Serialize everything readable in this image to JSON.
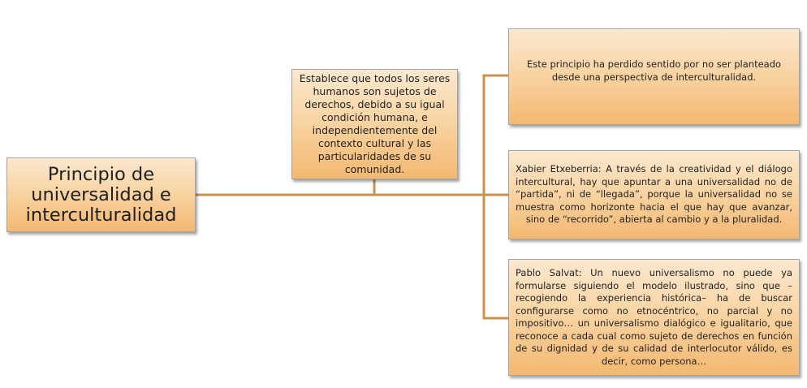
{
  "colors": {
    "connector": "#c9914a",
    "box_gradient_top": "#fbe8cf",
    "box_gradient_bottom": "#f4b870",
    "box_border": "#a3a3a3"
  },
  "root": {
    "text": "Principio de universalidad e interculturalidad"
  },
  "middle": {
    "text": "Establece que todos los seres humanos son sujetos de derechos, debido a su igual condición humana, e independientemente del contexto cultural y las particularidades de su comunidad."
  },
  "branches": [
    {
      "text": "Este principio ha perdido sentido por no ser planteado desde una perspectiva de interculturalidad."
    },
    {
      "text": "Xabier Etxeberria: A través de la creatividad y el diálogo intercultural, hay que apuntar a una universalidad no de “partida”, ni de “llegada”, porque la universalidad no se muestra como horizonte hacia el que hay que avanzar, sino de “recorrido”, abierta al cambio y a la pluralidad."
    },
    {
      "text": "Pablo Salvat: Un nuevo universalismo no puede ya formularse siguiendo el modelo ilustrado, sino que –recogiendo la experiencia histórica– ha de buscar configurarse como no etnocéntrico, no parcial y no impositivo… un universalismo dialógico e igualitario, que reconoce a cada cual como sujeto de derechos en función de su dignidad y de su calidad de interlocutor válido, es decir, como persona…"
    }
  ]
}
